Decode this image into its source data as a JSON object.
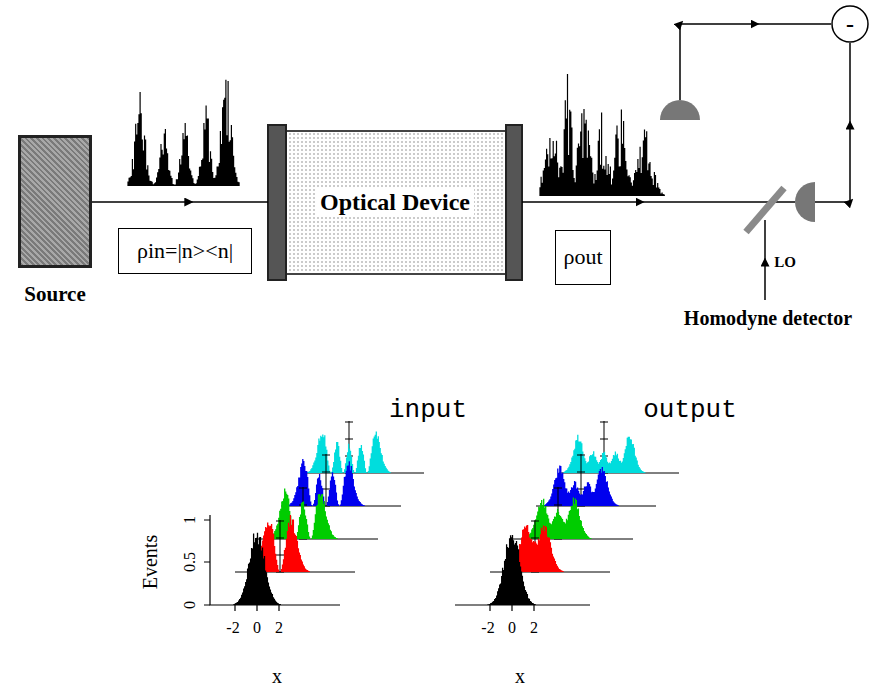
{
  "diagram": {
    "nodes": [
      {
        "text": [
          "Source"
        ]
      },
      {
        "text": [
          "Optical Device"
        ]
      },
      {
        "text": [
          "ρin=|n><n|"
        ]
      },
      {
        "text": [
          "ρout"
        ]
      },
      {
        "text": [
          "-"
        ]
      }
    ],
    "edges": [
      {
        "from": 0,
        "to": 1,
        "arrow": "to"
      }
    ],
    "labels": [
      "LO",
      "Homodyne detector",
      "input",
      "output",
      "Events",
      "0",
      "0.5",
      "1",
      "-2",
      "0",
      "2",
      "x",
      "-2",
      "0",
      "2",
      "x"
    ]
  }
}
